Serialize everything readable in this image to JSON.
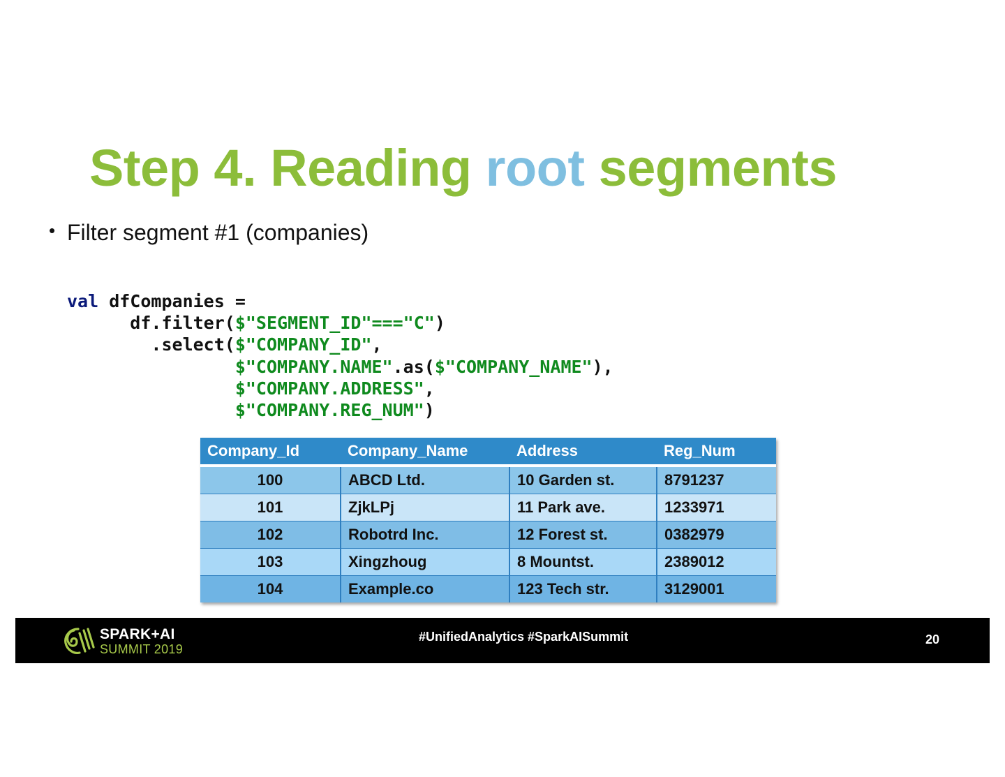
{
  "title": {
    "part1": "Step 4. Reading ",
    "part2": "root",
    "part3": " segments"
  },
  "colors": {
    "title_green": "#8cbd3a",
    "title_blue": "#7fbfe0",
    "code_keyword": "#0b1a7a",
    "code_string": "#0f8a1e",
    "table_header": "#2f8ac9",
    "footer_bg": "#000000"
  },
  "bullet": {
    "text": "Filter segment #1 (companies)"
  },
  "code": {
    "line1_kw": "val",
    "line1_rest": " dfCompanies =",
    "line2_a": "      df.filter(",
    "line2_str": "$\"SEGMENT_ID\"===\"C\"",
    "line2_b": ")",
    "line3_a": "        .select(",
    "line3_str": "$\"COMPANY_ID\"",
    "line3_b": ",",
    "line4_indent": "                ",
    "line4_str1": "$\"COMPANY.NAME\"",
    "line4_mid": ".as(",
    "line4_str2": "$\"COMPANY_NAME\"",
    "line4_end": "),",
    "line5_indent": "                ",
    "line5_str": "$\"COMPANY.ADDRESS\"",
    "line5_end": ",",
    "line6_indent": "                ",
    "line6_str": "$\"COMPANY.REG_NUM\"",
    "line6_end": ")"
  },
  "table": {
    "headers": [
      "Company_Id",
      "Company_Name",
      "Address",
      "Reg_Num"
    ],
    "rows": [
      [
        "100",
        "ABCD Ltd.",
        "10 Garden st.",
        "8791237"
      ],
      [
        "101",
        "ZjkLPj",
        "11 Park ave.",
        "1233971"
      ],
      [
        "102",
        "Robotrd Inc.",
        "12 Forest st.",
        "0382979"
      ],
      [
        "103",
        "Xingzhoug",
        "8 Mountst.",
        "2389012"
      ],
      [
        "104",
        "Example.co",
        "123 Tech str.",
        "3129001"
      ]
    ]
  },
  "footer": {
    "logo_line1": "SPARK+AI",
    "logo_line2": "SUMMIT 2019",
    "hashtags": "#UnifiedAnalytics #SparkAISummit",
    "page_number": "20"
  }
}
